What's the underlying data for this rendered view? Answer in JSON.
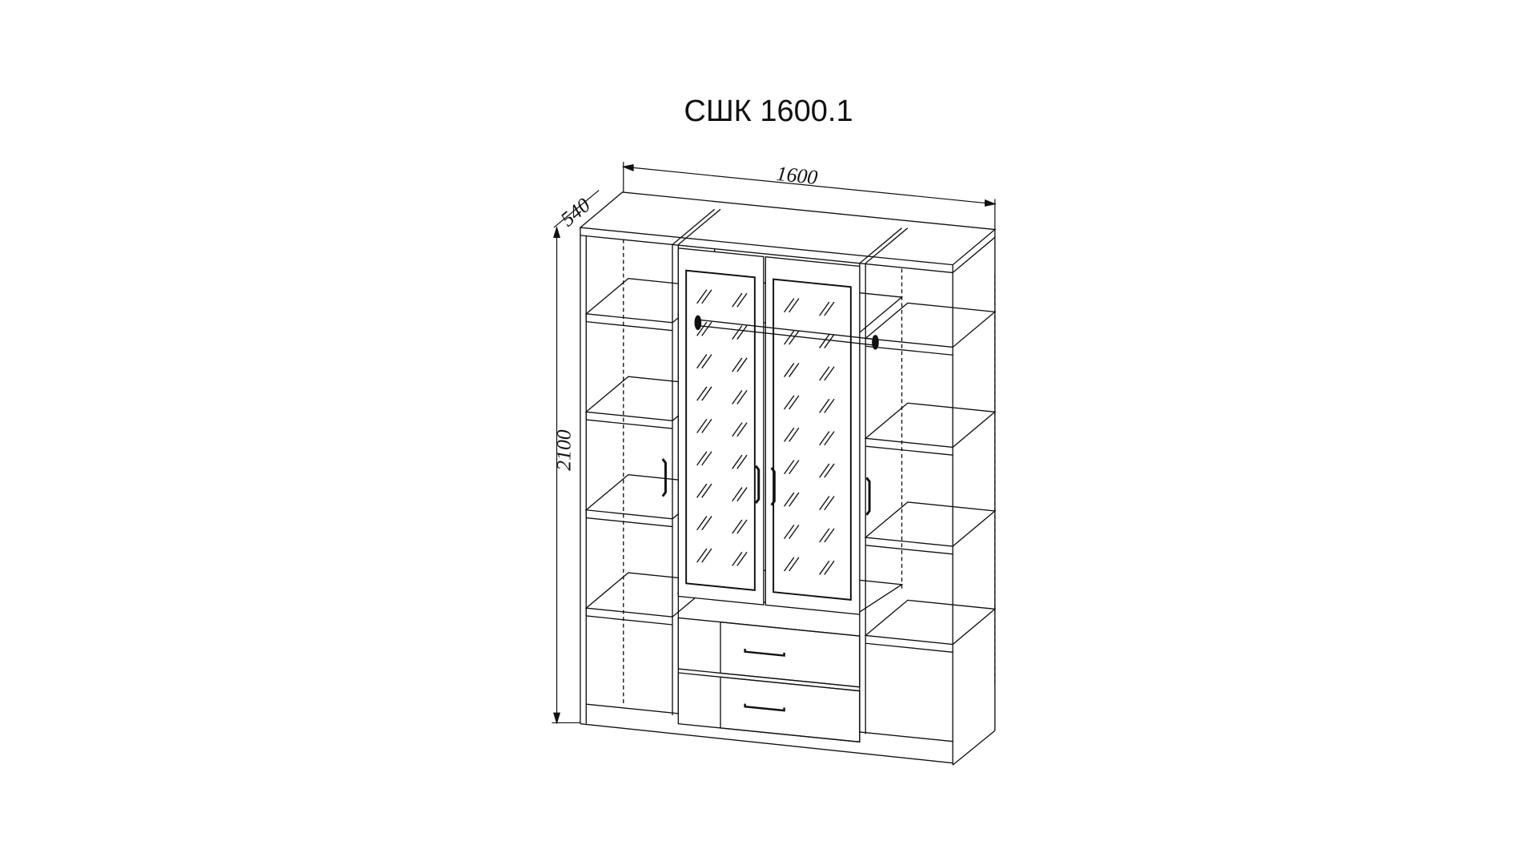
{
  "title": "СШК 1600.1",
  "dimensions": {
    "width": "1600",
    "depth": "540",
    "height": "2100"
  },
  "colors": {
    "line": "#111111",
    "background": "#ffffff"
  }
}
